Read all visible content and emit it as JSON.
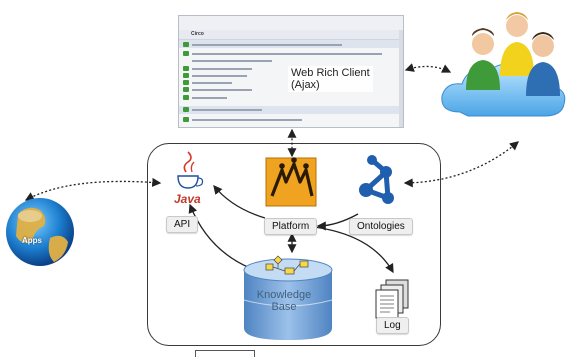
{
  "web_client": {
    "label": "Web Rich Client\n(Ajax)",
    "nav_title": "Circo"
  },
  "components": {
    "api": "API",
    "java": "Java",
    "platform": "Platform",
    "ontologies": "Ontologies",
    "knowledge_base": "Knowledge\nBase",
    "log": "Log",
    "apps": "Apps"
  },
  "colors": {
    "server_border": "#3a3a3a",
    "arrow": "#222222",
    "kb_fill": "#6e9dd0",
    "ontology_blue": "#1f5fae",
    "platform_orange": "#f0a321"
  }
}
